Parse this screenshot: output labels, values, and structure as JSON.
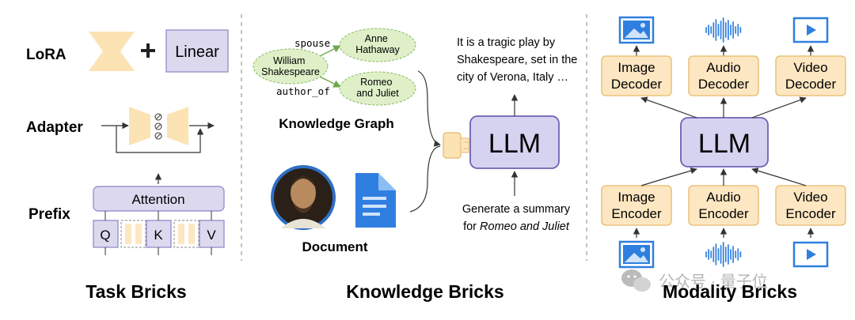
{
  "colors": {
    "lavender_fill": "#dcd9ef",
    "lavender_stroke": "#8a84c4",
    "llm_fill": "#d6d3f0",
    "llm_stroke": "#6c63b5",
    "peach_fill": "#fde7c2",
    "peach_stroke": "#e7b86a",
    "trapezoid_fill": "#fbe3b4",
    "green_fill": "#dff0c8",
    "green_stroke": "#87b760",
    "blue_icon": "#2f7fe0",
    "divider": "#999999"
  },
  "task": {
    "lora_label": "LoRA",
    "linear_label": "Linear",
    "adapter_label": "Adapter",
    "prefix_label": "Prefix",
    "attention_label": "Attention",
    "q_label": "Q",
    "k_label": "K",
    "v_label": "V",
    "title": "Task Bricks",
    "plus_icon": "plus-icon"
  },
  "knowledge": {
    "node_william": "William\nShakespeare",
    "node_anne": "Anne\nHathaway",
    "node_romeo": "Romeo\nand Juliet",
    "edge_spouse": "spouse",
    "edge_author": "author_of",
    "kg_label": "Knowledge Graph",
    "doc_label": "Document",
    "llm_label": "LLM",
    "output_text": "It is a tragic play by\nShakespeare, set in the\ncity of Verona, Italy …",
    "prompt_line1": "Generate a summary",
    "prompt_line2": "for Romeo and Juliet",
    "title": "Knowledge Bricks",
    "doc_icon": "document-icon",
    "portrait_icon": "portrait-icon",
    "plug_icon": "plug-icon"
  },
  "modality": {
    "llm_label": "LLM",
    "decoders": [
      "Image\nDecoder",
      "Audio\nDecoder",
      "Video\nDecoder"
    ],
    "encoders": [
      "Image\nEncoder",
      "Audio\nEncoder",
      "Video\nEncoder"
    ],
    "icons": [
      "image-icon",
      "audio-wave-icon",
      "video-icon"
    ],
    "title": "Modality Bricks"
  },
  "watermark": {
    "text": "公众号 · 量子位",
    "icon": "wechat-icon"
  }
}
